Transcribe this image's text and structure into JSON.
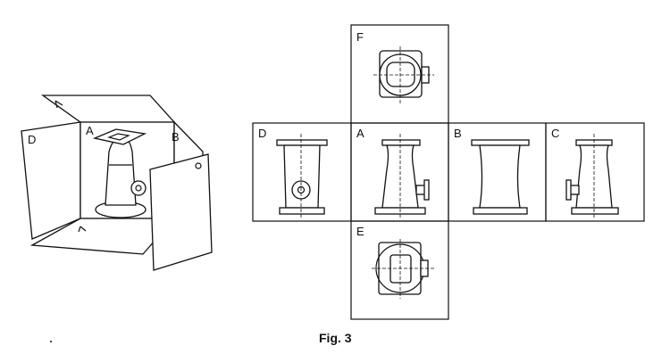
{
  "caption": "Fig. 3",
  "box_labels": {
    "d": "D",
    "a": "A",
    "b": "B"
  },
  "net_labels": {
    "f": "F",
    "d": "D",
    "a": "A",
    "b": "B",
    "c": "C",
    "e": "E"
  }
}
